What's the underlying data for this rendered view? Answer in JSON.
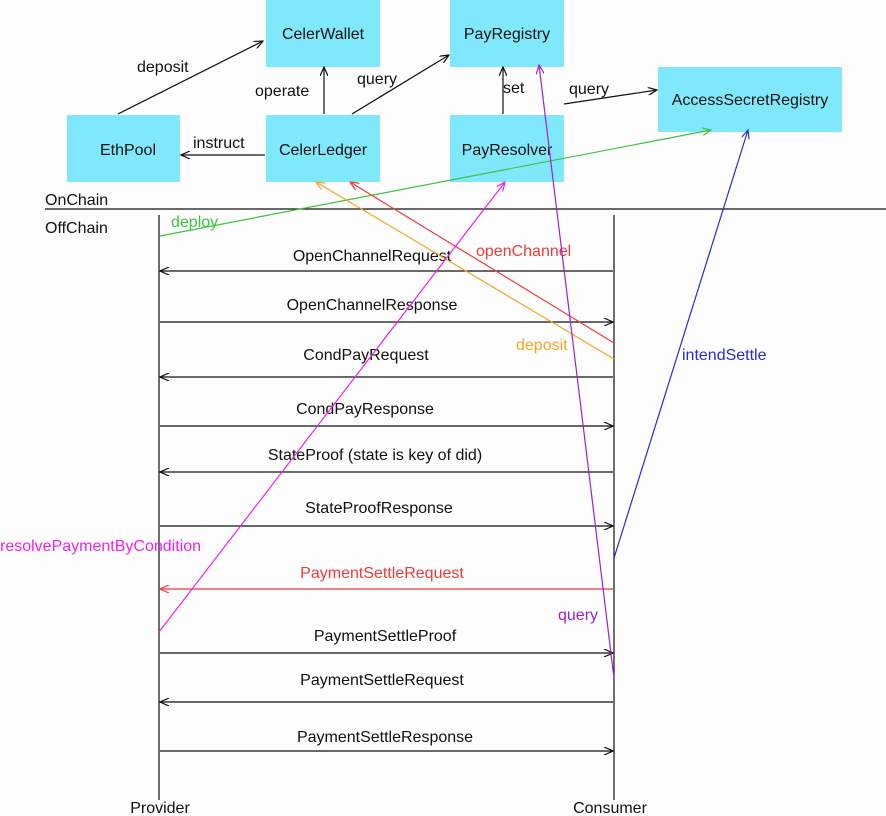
{
  "colors": {
    "box": "#80e8fb",
    "black": "#111111",
    "red": "#f03a3a",
    "orange": "#f5a623",
    "green": "#3cc43c",
    "magenta": "#ee22ee",
    "purple": "#a020d0",
    "blue": "#2a2ad6"
  },
  "contracts": {
    "celer_wallet": "CelerWallet",
    "pay_registry": "PayRegistry",
    "access_secret_registry": "AccessSecretRegistry",
    "eth_pool": "EthPool",
    "celer_ledger": "CelerLedger",
    "pay_resolver": "PayResolver"
  },
  "onchain_labels": {
    "deposit": "deposit",
    "operate": "operate",
    "query_1": "query",
    "set": "set",
    "query_2": "query",
    "instruct": "instruct"
  },
  "zones": {
    "onchain": "OnChain",
    "offchain": "OffChain"
  },
  "actors": {
    "provider": "Provider",
    "consumer": "Consumer"
  },
  "messages": [
    "OpenChannelRequest",
    "OpenChannelResponse",
    "CondPayRequest",
    "CondPayResponse",
    "StateProof (state is key of did)",
    "StateProofResponse",
    "PaymentSettleRequest",
    "PaymentSettleProof",
    "PaymentSettleRequest",
    "PaymentSettleResponse"
  ],
  "calls": {
    "deploy": "deploy",
    "open_channel": "openChannel",
    "deposit": "deposit",
    "intend_settle": "intendSettle",
    "resolve_payment": "resolvePaymentByCondition",
    "query": "query"
  }
}
